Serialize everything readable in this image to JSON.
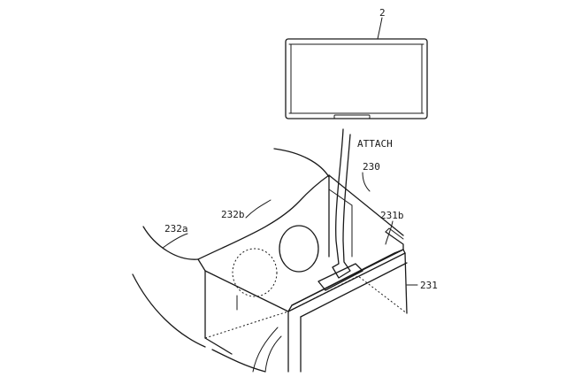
{
  "labels": {
    "device": "2",
    "action": "ATTACH",
    "goggle": "230",
    "slot": "231b",
    "housing": "231",
    "part_a": "232a",
    "part_b": "232b"
  }
}
